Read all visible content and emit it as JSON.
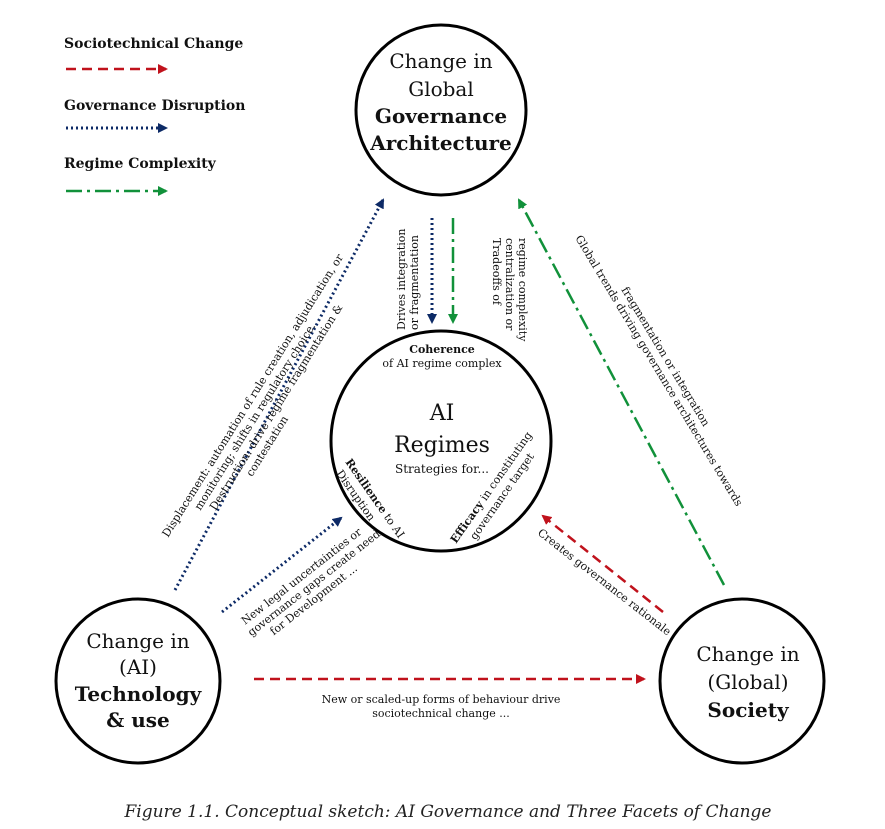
{
  "colors": {
    "sociotechnical": "#c0121c",
    "governance_disruption": "#0d2a66",
    "regime_complexity": "#11913a",
    "circle_stroke": "#000000"
  },
  "legend": {
    "sociotechnical": "Sociotechnical Change",
    "governance_disruption": "Governance Disruption",
    "regime_complexity": "Regime Complexity"
  },
  "nodes": {
    "governance": {
      "line1": "Change in",
      "line2": "Global",
      "line3": "Governance",
      "line4": "Architecture"
    },
    "technology": {
      "line1": "Change in",
      "line2": "(AI)",
      "line3": "Technology",
      "line4": "& use"
    },
    "society": {
      "line1": "Change in",
      "line2": "(Global)",
      "line3": "Society"
    },
    "regimes": {
      "title1": "AI",
      "title2": "Regimes",
      "subtitle": "Strategies for...",
      "coherence_bold": "Coherence",
      "coherence_rest": "of AI regime complex",
      "resilience_bold": "Resilience",
      "resilience_rest": " to AI",
      "resilience_line2": "Disruption",
      "efficacy_bold": "Efficacy",
      "efficacy_rest": " in constituting",
      "efficacy_line2": "governance target"
    }
  },
  "edge_labels": {
    "drives_1": "Drives integration",
    "drives_2": "or fragmentation",
    "tradeoffs_1": "Tradeoffs of",
    "tradeoffs_2": "centralization or",
    "tradeoffs_3": "regime complexity",
    "displacement_1": "Displacement: automation of rule creation, adjudication, or",
    "displacement_2": "monitoring; shifts in regulatory choice.",
    "displacement_3": "Destruction: drive regime fragmentation &",
    "displacement_4": "contestation",
    "global_trends_1": "Global trends driving governance architectures towards",
    "global_trends_2": "fragmentation or integration",
    "new_legal_1": "New legal uncertainties or",
    "new_legal_2": "governance gaps create need",
    "new_legal_3": "for Development ...",
    "creates_1": "Creates governance rationale",
    "behaviour_1": "New or scaled-up forms of behaviour drive",
    "behaviour_2": "sociotechnical change ..."
  },
  "caption": "Figure 1.1. Conceptual sketch: AI Governance and Three Facets of Change"
}
